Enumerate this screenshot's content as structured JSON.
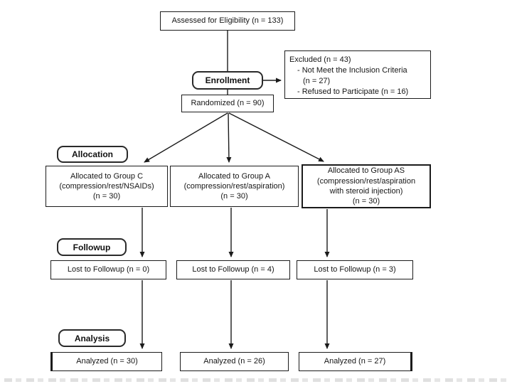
{
  "flowchart": {
    "assessed": "Assessed for Eligibility (n = 133)",
    "enrollment_label": "Enrollment",
    "excluded": {
      "title": "Excluded (n = 43)",
      "items": [
        "- Not Meet the Inclusion Criteria",
        "(n = 27)",
        "- Refused to Participate (n = 16)"
      ]
    },
    "randomized": "Randomized (n = 90)",
    "allocation_label": "Allocation",
    "groups": [
      {
        "lines": [
          "Allocated to Group C",
          "(compression/rest/NSAIDs)",
          "(n = 30)"
        ]
      },
      {
        "lines": [
          "Allocated to Group A",
          "(compression/rest/aspiration)",
          "(n = 30)"
        ]
      },
      {
        "lines": [
          "Allocated to Group AS",
          "(compression/rest/aspiration",
          "with steroid injection)",
          "(n = 30)"
        ]
      }
    ],
    "followup_label": "Followup",
    "lost_to_followup": [
      "Lost to Followup (n = 0)",
      "Lost to Followup (n = 4)",
      "Lost to Followup (n = 3)"
    ],
    "analysis_label": "Analysis",
    "analyzed": [
      "Analyzed (n = 30)",
      "Analyzed (n = 26)",
      "Analyzed (n = 27)"
    ]
  },
  "colors": {
    "line": "#1b1b1b",
    "border": "#1b1b1b",
    "text": "#161616",
    "background": "#ffffff"
  }
}
